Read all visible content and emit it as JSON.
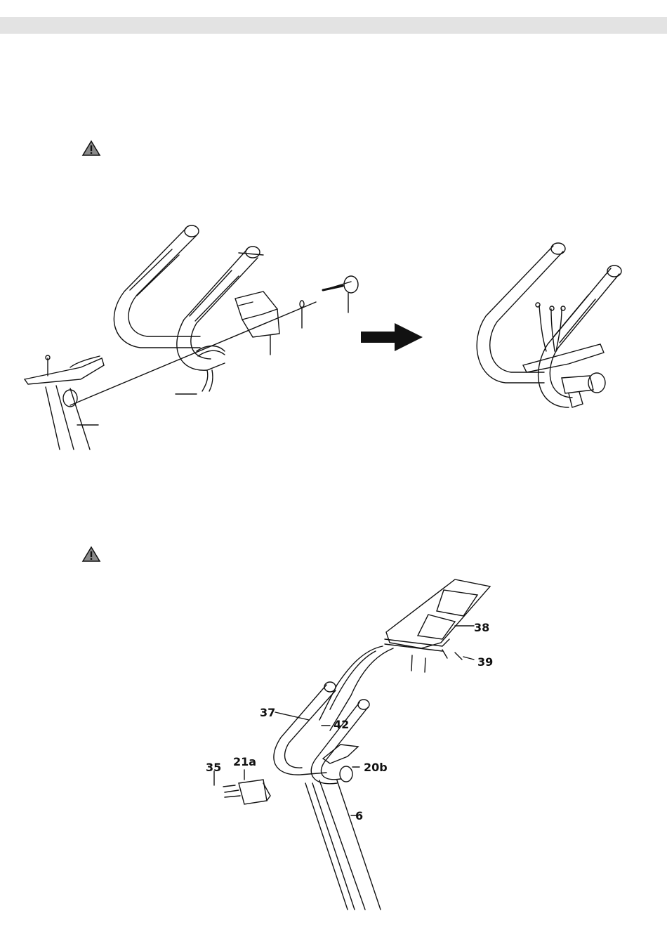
{
  "step2": {
    "part_labels": {
      "p37": "37",
      "p42": "42",
      "p38": "38",
      "p39": "39",
      "p35": "35",
      "p21a": "21a",
      "p20b": "20b",
      "p6": "6"
    }
  },
  "icons": {
    "warning": "warning-triangle-icon",
    "arrow": "arrow-right-icon"
  },
  "colors": {
    "header_bar": "#e3e3e3",
    "line": "#111111",
    "warning_fill": "#8a8a8a"
  }
}
